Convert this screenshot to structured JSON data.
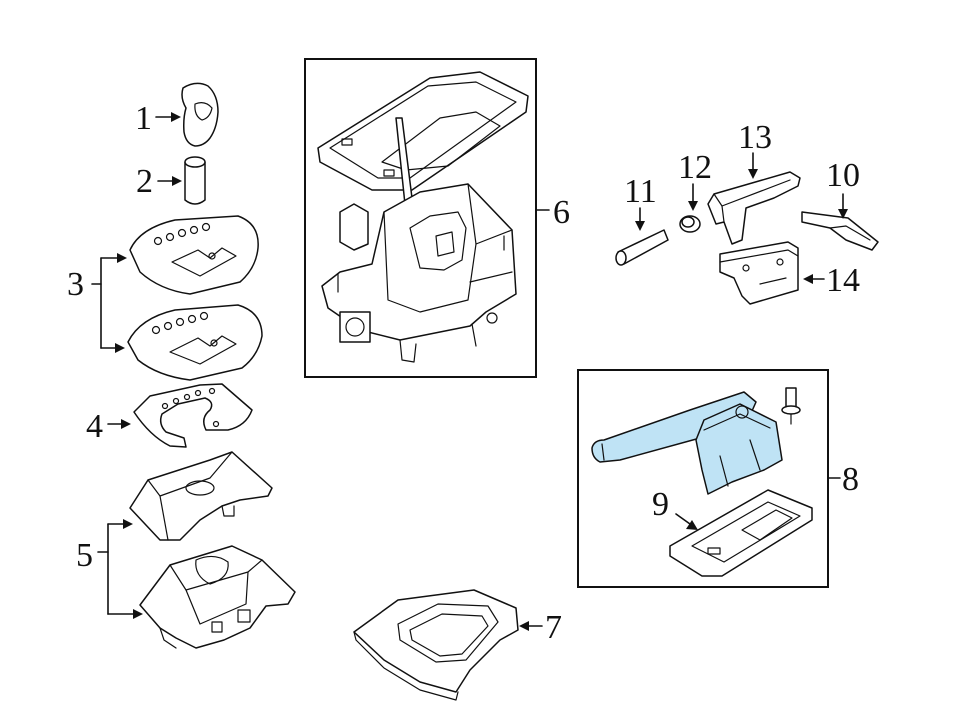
{
  "diagram": {
    "highlight_color": "#bfe3f5",
    "line_color": "#111111",
    "callouts": [
      {
        "id": "c1",
        "label": "1"
      },
      {
        "id": "c2",
        "label": "2"
      },
      {
        "id": "c3",
        "label": "3"
      },
      {
        "id": "c4",
        "label": "4"
      },
      {
        "id": "c5",
        "label": "5"
      },
      {
        "id": "c6",
        "label": "6"
      },
      {
        "id": "c7",
        "label": "7"
      },
      {
        "id": "c8",
        "label": "8"
      },
      {
        "id": "c9",
        "label": "9"
      },
      {
        "id": "c10",
        "label": "10"
      },
      {
        "id": "c11",
        "label": "11"
      },
      {
        "id": "c12",
        "label": "12"
      },
      {
        "id": "c13",
        "label": "13"
      },
      {
        "id": "c14",
        "label": "14"
      }
    ]
  }
}
